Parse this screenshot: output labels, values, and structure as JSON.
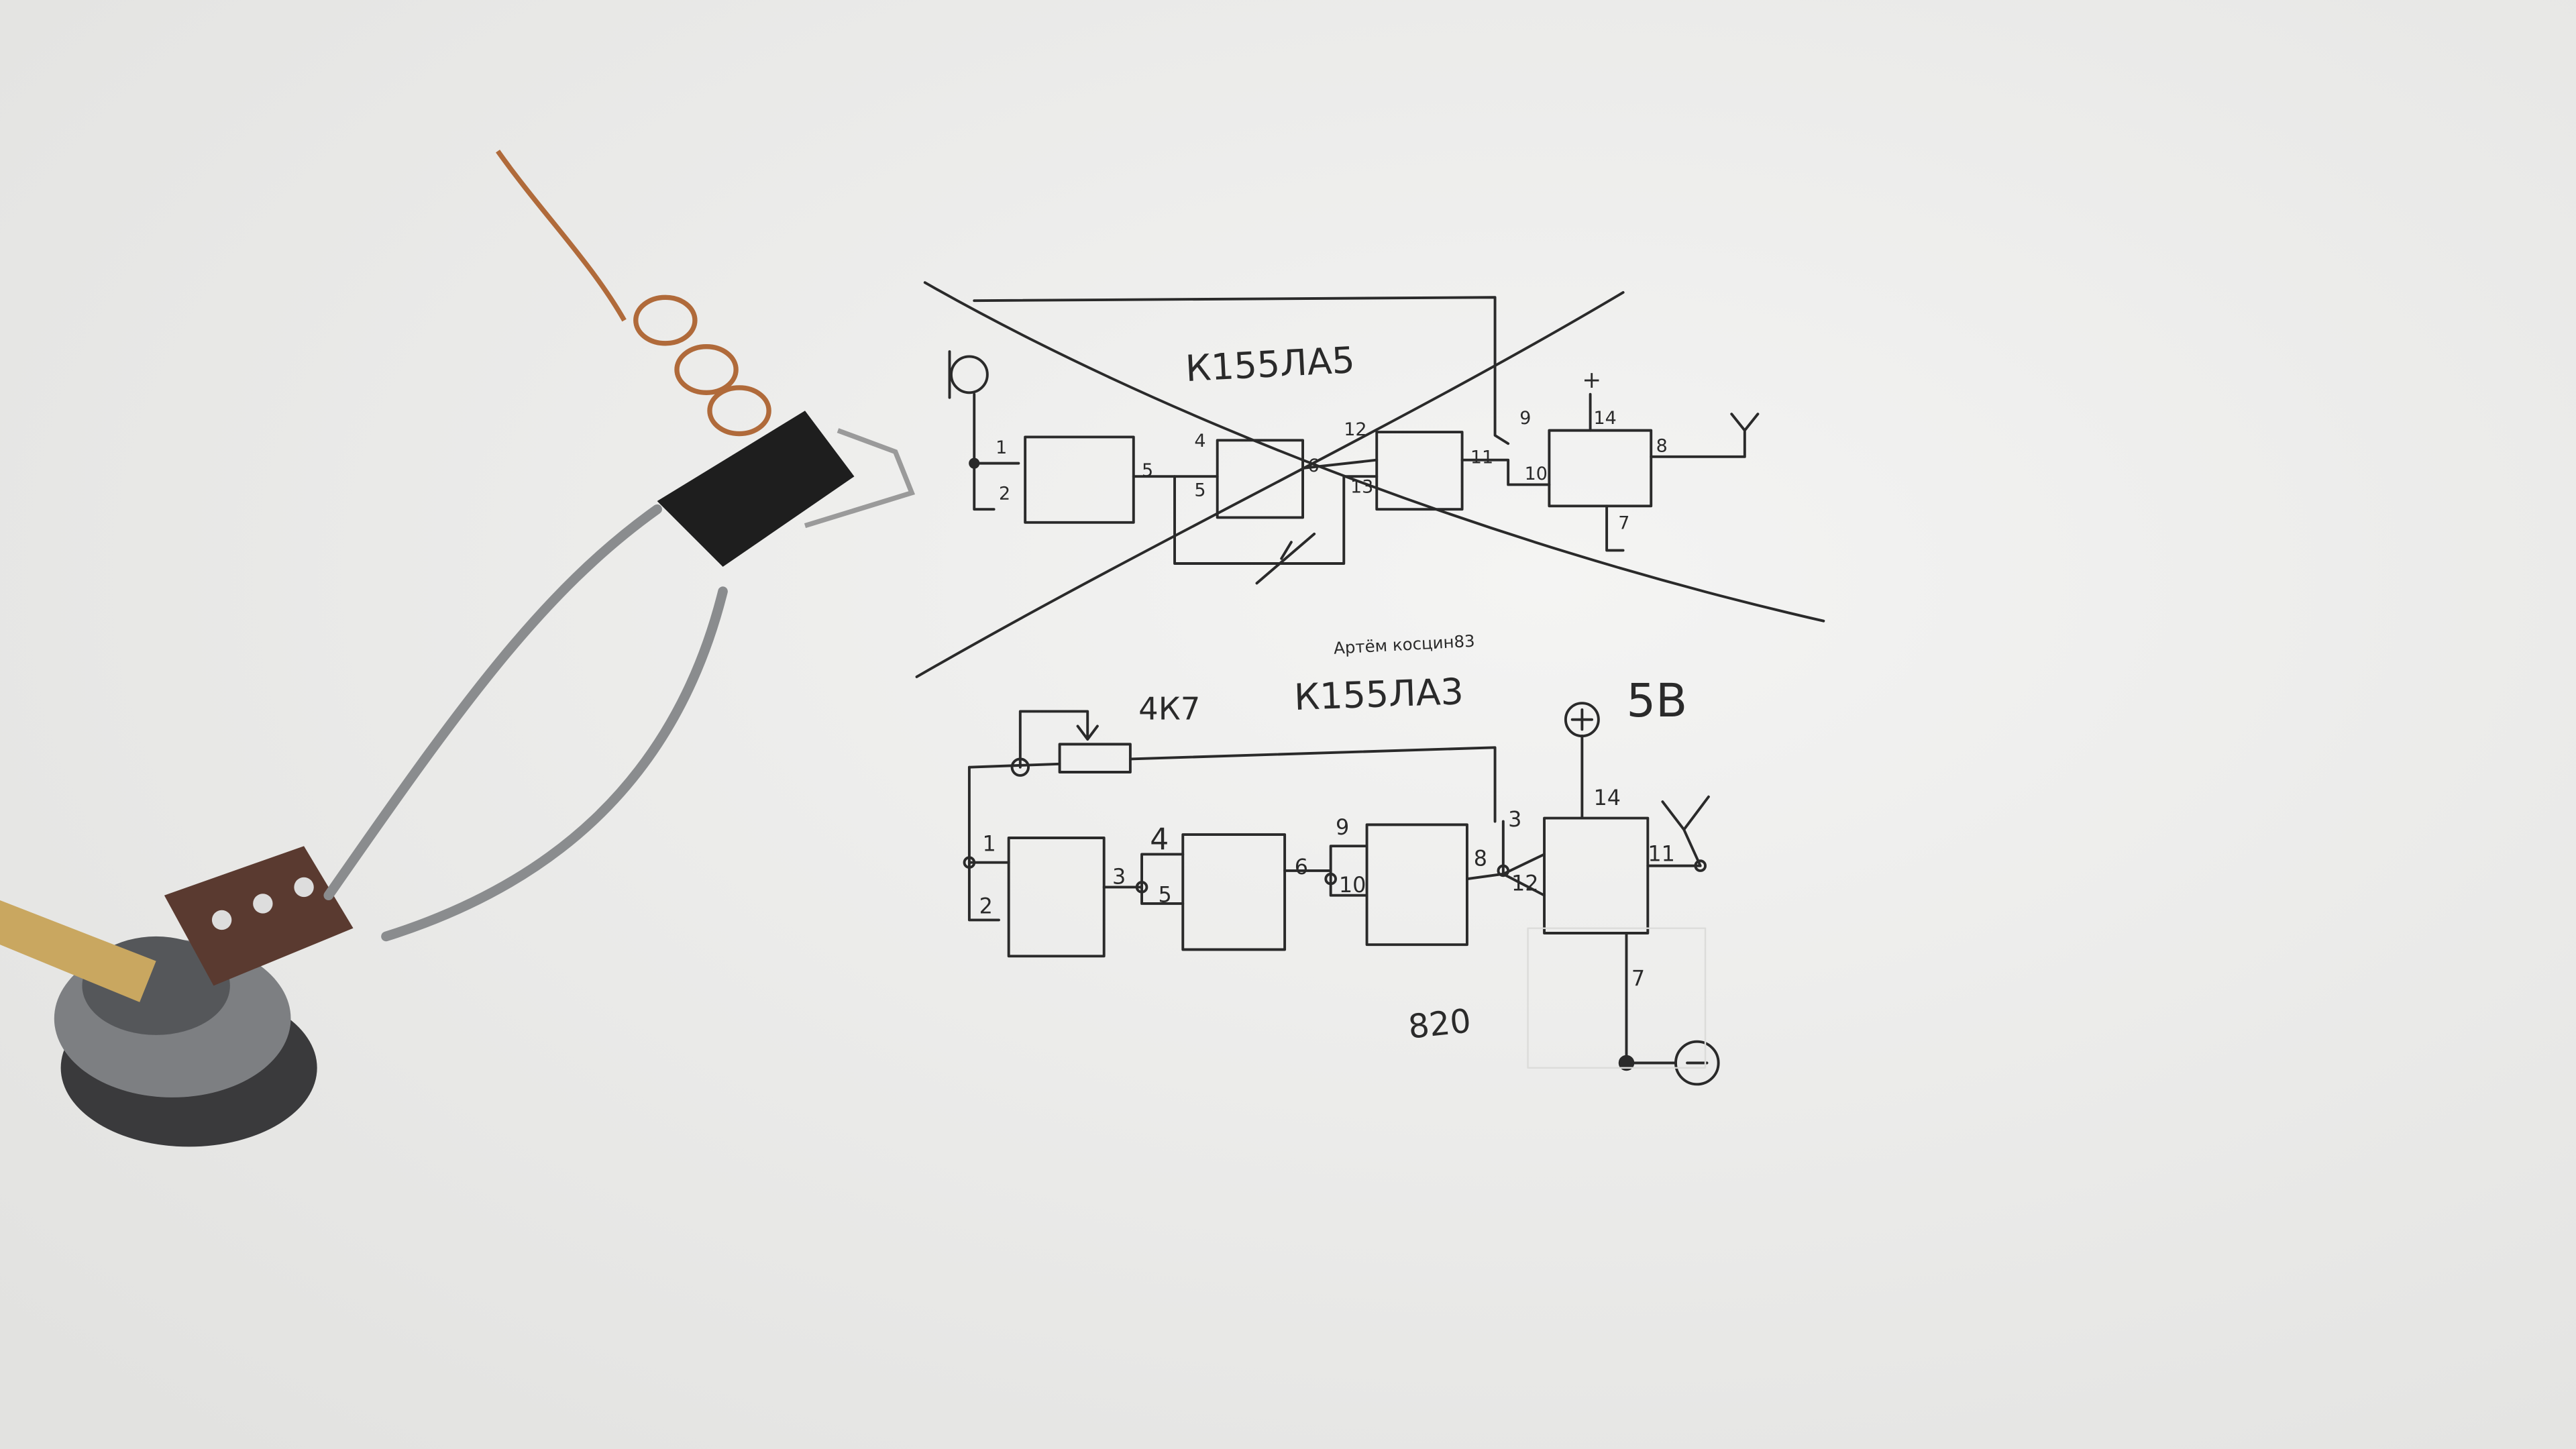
{
  "top_schematic": {
    "chip_label": "К155ЛА5",
    "pins": [
      "1",
      "2",
      "5",
      "4",
      "5",
      "6",
      "12",
      "13",
      "11",
      "9",
      "10",
      "14",
      "8",
      "7"
    ],
    "plus": "+",
    "crossed_out": true
  },
  "signature": "Артём косцин83",
  "bottom_schematic": {
    "resistor_label": "4К7",
    "chip_label": "К155ЛА3",
    "voltage_label": "5В",
    "resistor2_label": "820",
    "plus": "+",
    "minus": "−",
    "pins": [
      "1",
      "2",
      "3",
      "4",
      "5",
      "6",
      "9",
      "10",
      "8",
      "3",
      "12",
      "14",
      "11",
      "7"
    ]
  },
  "colors": {
    "paper": "#eeeeec",
    "ink": "#2a2a2a",
    "copper": "#b06a3a",
    "wire": "#8a8c8e"
  }
}
